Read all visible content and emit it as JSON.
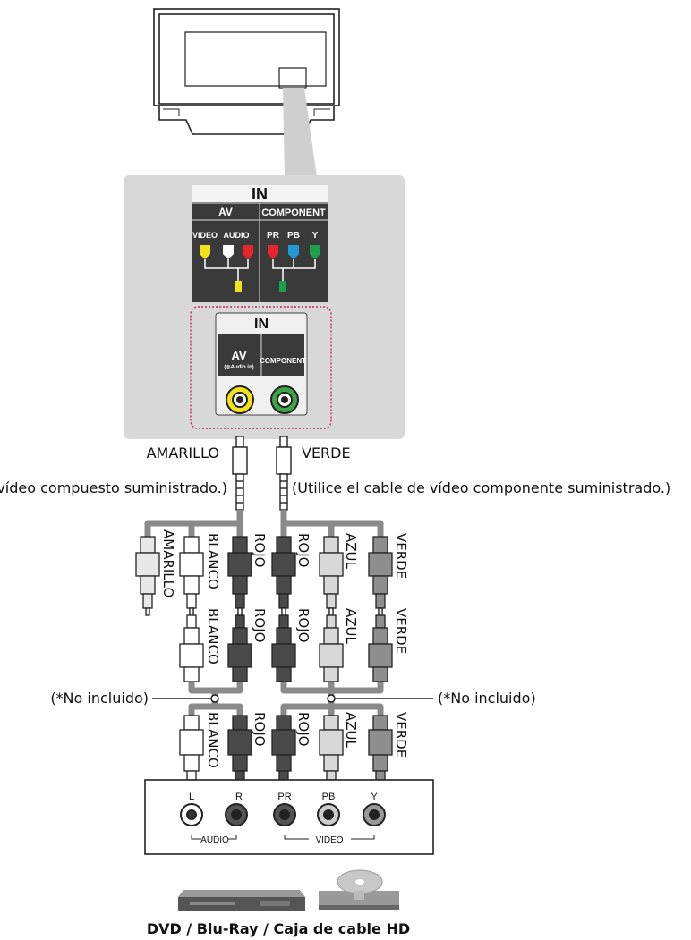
{
  "panel": {
    "header": "IN",
    "av": "AV",
    "component": "COMPONENT",
    "video": "VIDEO",
    "audio": "AUDIO",
    "pr": "PR",
    "pb": "PB",
    "y": "Y"
  },
  "jack_panel": {
    "header": "IN",
    "av": "AV",
    "audio_in": "(◎Audio in)",
    "component": "COMPONENT"
  },
  "labels": {
    "amarillo": "AMARILLO",
    "verde": "VERDE",
    "left_cable_note": "(Utilice el cable de vídeo compuesto suministrado.)",
    "right_cable_note": "(Utilice el cable de vídeo componente suministrado.)",
    "not_included_left": "(*No incluido)",
    "not_included_right": "(*No incluido)",
    "amarillo_v": "AMARILLO",
    "blanco_v": "BLANCO",
    "rojo_v": "ROJO",
    "azul_v": "AZUL",
    "verde_v": "VERDE"
  },
  "device_panel": {
    "l": "L",
    "r": "R",
    "pr": "PR",
    "pb": "PB",
    "y": "Y",
    "audio": "AUDIO",
    "video": "VIDEO"
  },
  "caption": "DVD / Blu-Ray / Caja de cable HD",
  "colors": {
    "yellow": "#f3e21a",
    "white": "#ffffff",
    "red": "#e3262b",
    "blue": "#1f9ad6",
    "green": "#1ea04a",
    "panel_bg": "#d8d8d8",
    "dark_panel": "#3a3a3a"
  }
}
